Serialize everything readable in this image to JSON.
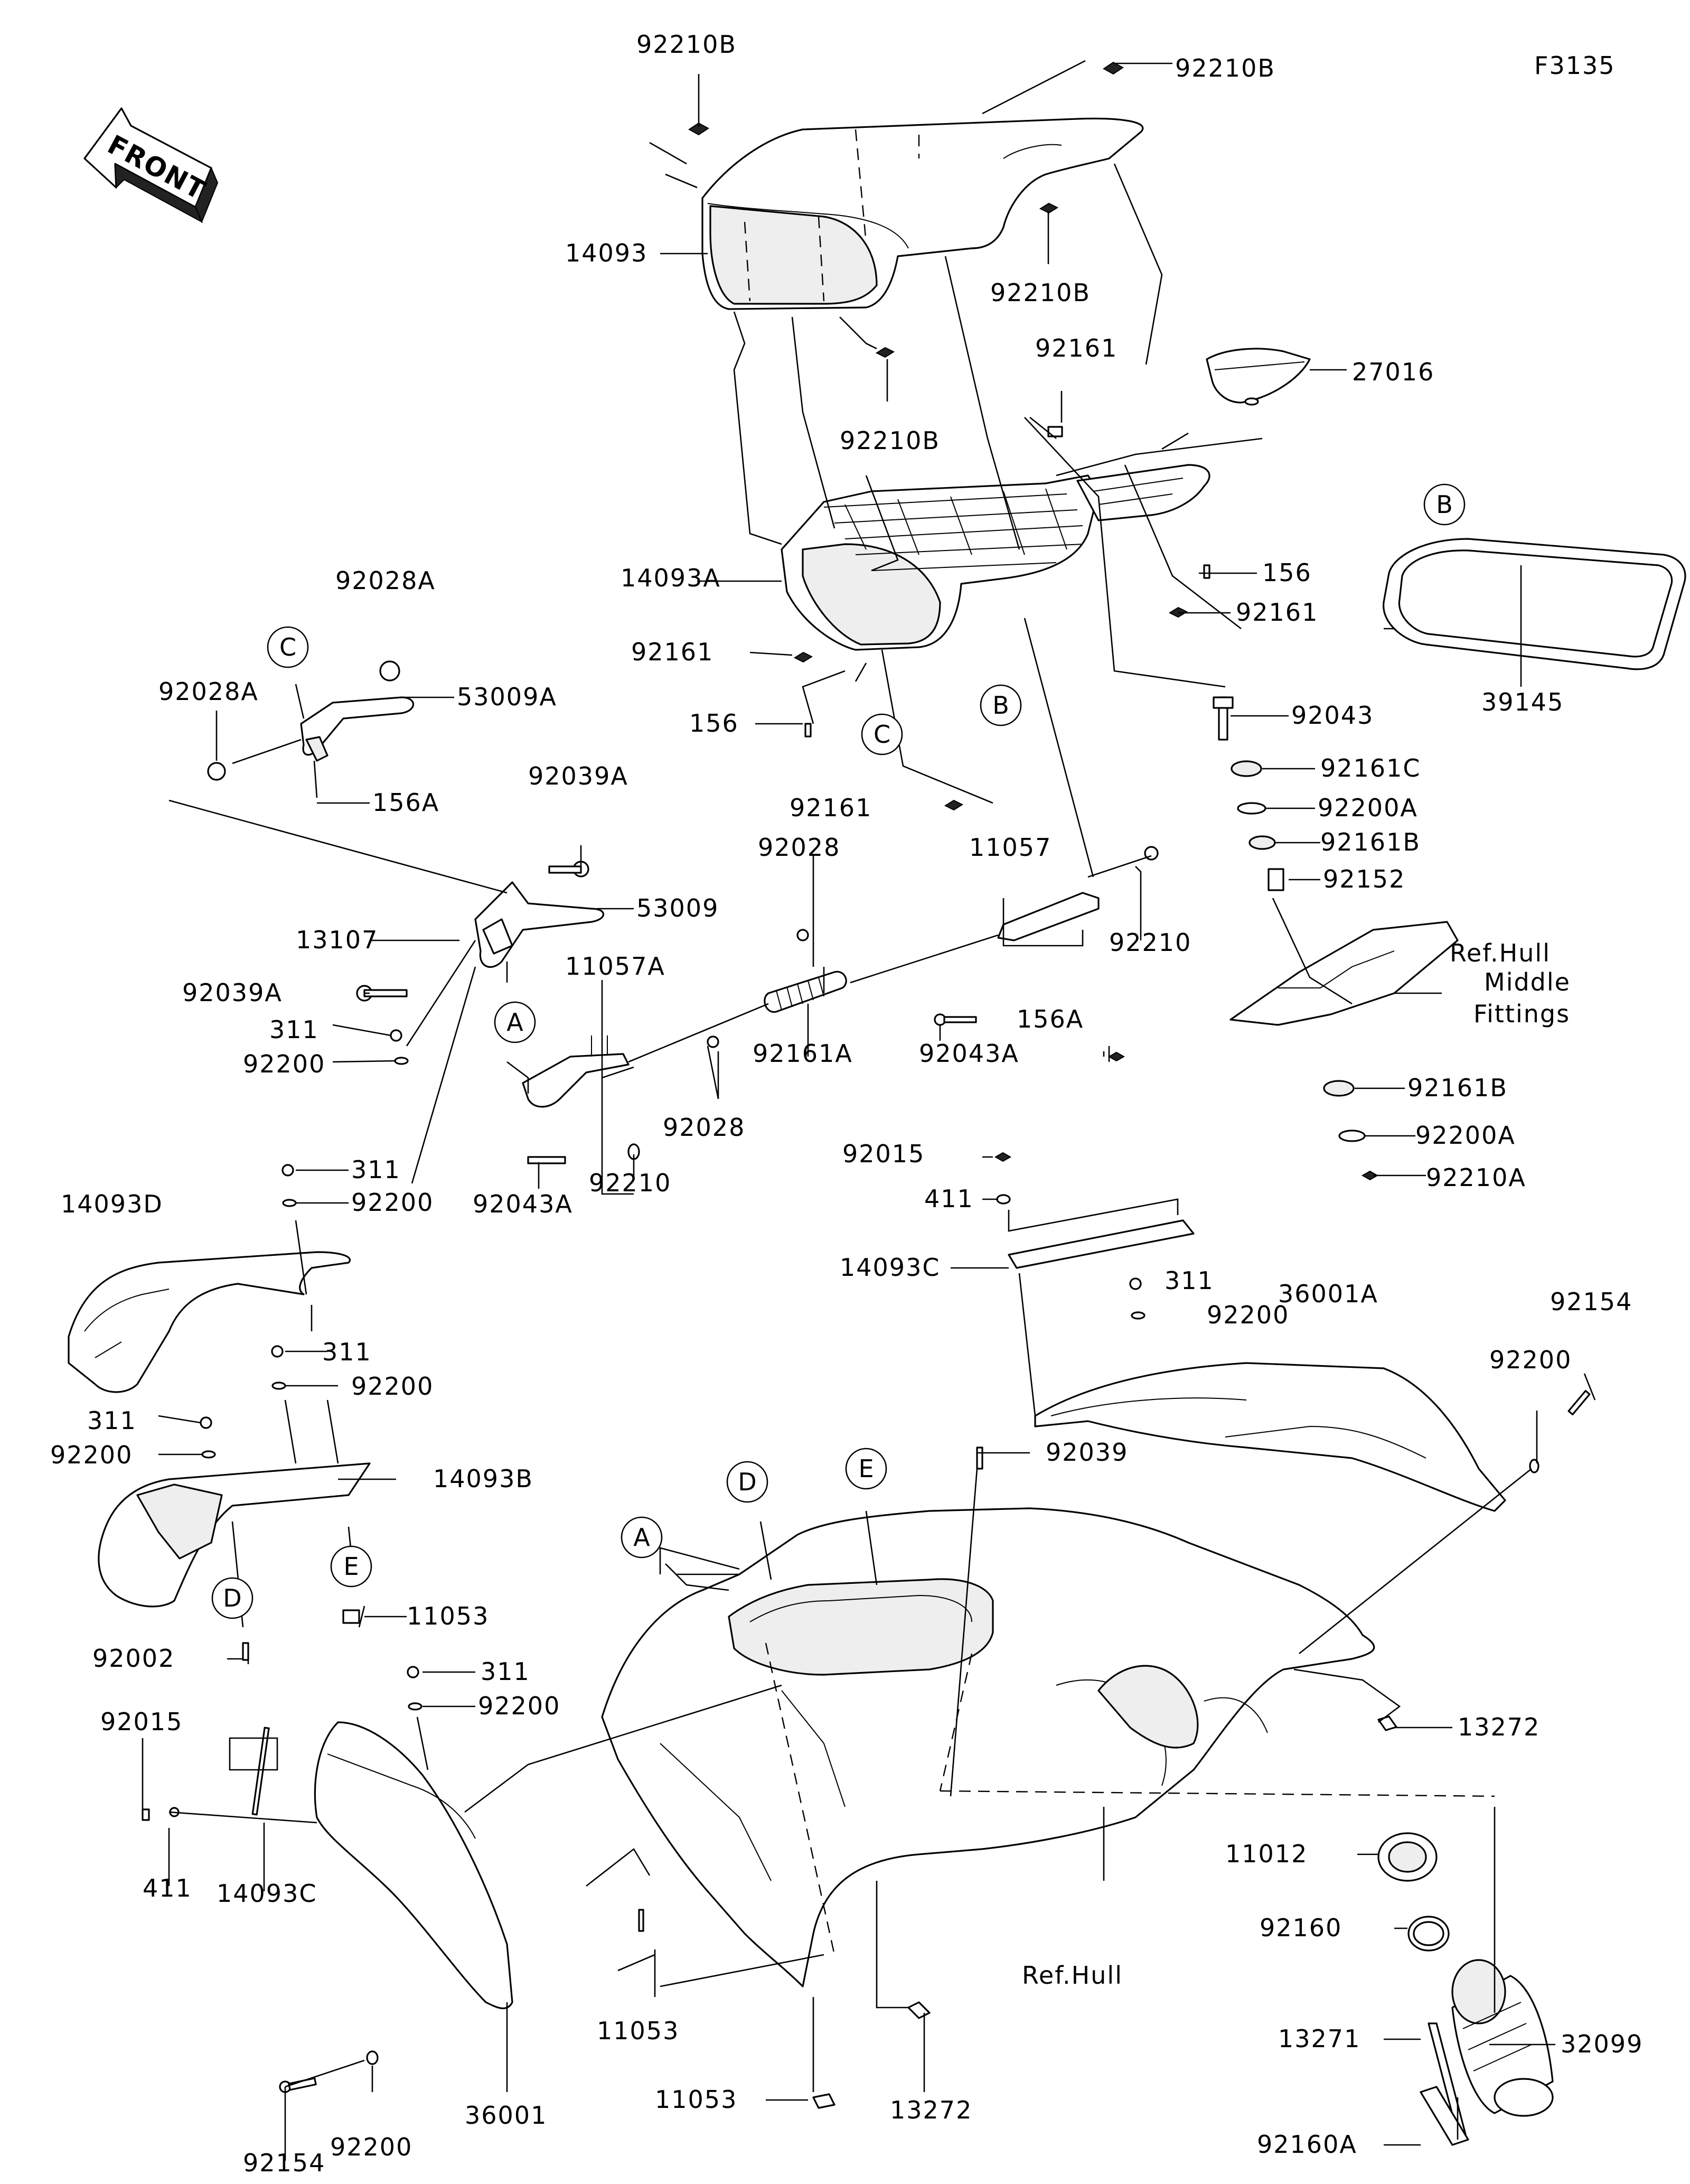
{
  "figure_code": "F3135",
  "front_label": "FRONT",
  "ref_labels": {
    "hull": "Ref.Hull",
    "hull_middle_line1": "Ref.Hull",
    "hull_middle_line2": "Middle",
    "hull_middle_line3": "Fittings"
  },
  "callouts": [
    "A",
    "B",
    "C",
    "D",
    "E"
  ],
  "parts": {
    "p92210B_1": "92210B",
    "p92210B_2": "92210B",
    "p92210B_3": "92210B",
    "p92210B_4": "92210B",
    "p14093": "14093",
    "p92161_1": "92161",
    "p27016": "27016",
    "p14093A": "14093A",
    "p156_1": "156",
    "p92161_2": "92161",
    "p92161_3": "92161",
    "p156_2": "156",
    "p92161_4": "92161",
    "p39145": "39145",
    "p92028A_1": "92028A",
    "p92028A_2": "92028A",
    "p53009A": "53009A",
    "p156A_1": "156A",
    "p92039A_1": "92039A",
    "p53009": "53009",
    "p13107": "13107",
    "p92039A_2": "92039A",
    "p311_1": "311",
    "p92200_1": "92200",
    "p11057A": "11057A",
    "p92028_1": "92028",
    "p11057": "11057",
    "p92210_1": "92210",
    "p92043": "92043",
    "p92161C": "92161C",
    "p92200A_1": "92200A",
    "p92161B_1": "92161B",
    "p92152": "92152",
    "p92043A_1": "92043A",
    "p156A_2": "156A",
    "p92161A": "92161A",
    "p92028_2": "92028",
    "p92210_2": "92210",
    "p92043A_2": "92043A",
    "p92161B_2": "92161B",
    "p92200A_2": "92200A",
    "p92210A": "92210A",
    "p92015_1": "92015",
    "p411_1": "411",
    "p14093C_1": "14093C",
    "p311_2": "311",
    "p92200_2": "92200",
    "p14093D": "14093D",
    "p311_3": "311",
    "p92200_3": "92200",
    "p311_4": "311",
    "p92200_4": "92200",
    "p14093B": "14093B",
    "p11053_1": "11053",
    "p92002": "92002",
    "p311_5": "311",
    "p92200_5": "92200",
    "p36001A": "36001A",
    "p92154_1": "92154",
    "p92200_6": "92200",
    "p92039": "92039",
    "p311_6": "311",
    "p92200_7": "92200",
    "p13272_1": "13272",
    "p92015_2": "92015",
    "p411_2": "411",
    "p14093C_2": "14093C",
    "p11012": "11012",
    "p92160": "92160",
    "p32099": "32099",
    "p13271": "13271",
    "p92160A": "92160A",
    "p11053_2": "11053",
    "p11053_3": "11053",
    "p13272_2": "13272",
    "p36001": "36001",
    "p92154_2": "92154",
    "p92200_8": "92200"
  }
}
